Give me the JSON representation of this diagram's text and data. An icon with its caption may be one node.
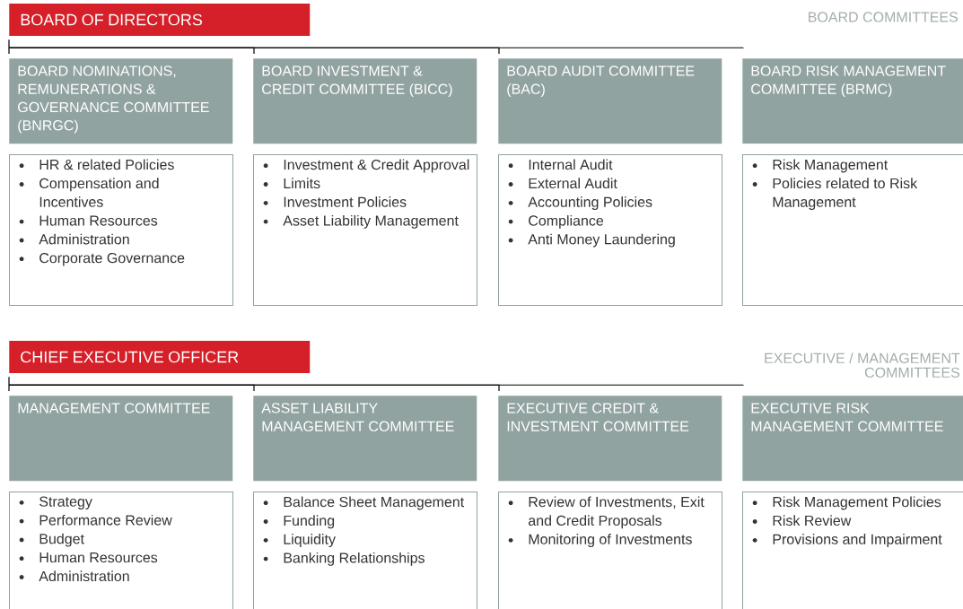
{
  "diagram": {
    "nodes": [
      {
        "text": [
          "BOARD OF DIRECTORS"
        ]
      },
      {
        "text": [
          "BOARD NOMINATIONS, REMUNERATIONS & GOVERNANCE COMMITTEE (BNRGC)"
        ]
      },
      {
        "text": [
          "BOARD INVESTMENT & CREDIT COMMITTEE (BICC)"
        ]
      },
      {
        "text": [
          "BOARD AUDIT COMMITTEE (BAC)"
        ]
      },
      {
        "text": [
          "BOARD RISK MANAGEMENT COMMITTEE (BRMC)"
        ]
      },
      {
        "text": [
          "HR & related Policies",
          "Compensation and Incentives",
          "Human Resources",
          "Administration",
          "Corporate Governance"
        ]
      },
      {
        "text": [
          "Investment & Credit Approval",
          "Limits",
          "Investment Policies",
          "Asset Liability Management"
        ]
      },
      {
        "text": [
          "Internal Audit",
          "External Audit",
          "Accounting Policies",
          "Compliance",
          "Anti Money Laundering"
        ]
      },
      {
        "text": [
          "Risk Management",
          "Policies related to Risk Management"
        ]
      },
      {
        "text": [
          "CHIEF EXECUTIVE OFFICER"
        ]
      },
      {
        "text": [
          "MANAGEMENT COMMITTEE"
        ]
      },
      {
        "text": [
          "ASSET LIABILITY MANAGEMENT COMMITTEE"
        ]
      },
      {
        "text": [
          "EXECUTIVE CREDIT & INVESTMENT COMMITTEE"
        ]
      },
      {
        "text": [
          "EXECUTIVE RISK MANAGEMENT COMMITTEE"
        ]
      },
      {
        "text": [
          "Strategy",
          "Performance Review",
          "Budget",
          "Human Resources",
          "Administration"
        ]
      },
      {
        "text": [
          "Balance Sheet Management",
          "Funding",
          "Liquidity",
          "Banking Relationships"
        ]
      },
      {
        "text": [
          "Review of Investments, Exit and Credit Proposals",
          "Monitoring of Investments"
        ]
      },
      {
        "text": [
          "Risk Management Policies",
          "Risk Review",
          "Provisions and Impairment"
        ]
      }
    ],
    "edges": [
      {
        "from": 0,
        "to": 1,
        "arrow": "none"
      },
      {
        "from": 0,
        "to": 2,
        "arrow": "none"
      },
      {
        "from": 0,
        "to": 3,
        "arrow": "none"
      },
      {
        "from": 0,
        "to": 4,
        "arrow": "none"
      },
      {
        "from": 9,
        "to": 10,
        "arrow": "none"
      },
      {
        "from": 9,
        "to": 11,
        "arrow": "none"
      },
      {
        "from": 9,
        "to": 12,
        "arrow": "none"
      },
      {
        "from": 9,
        "to": 13,
        "arrow": "none"
      }
    ],
    "labels": [
      "BOARD COMMITTEES",
      "EXECUTIVE / MANAGEMENT COMMITTEES"
    ]
  }
}
